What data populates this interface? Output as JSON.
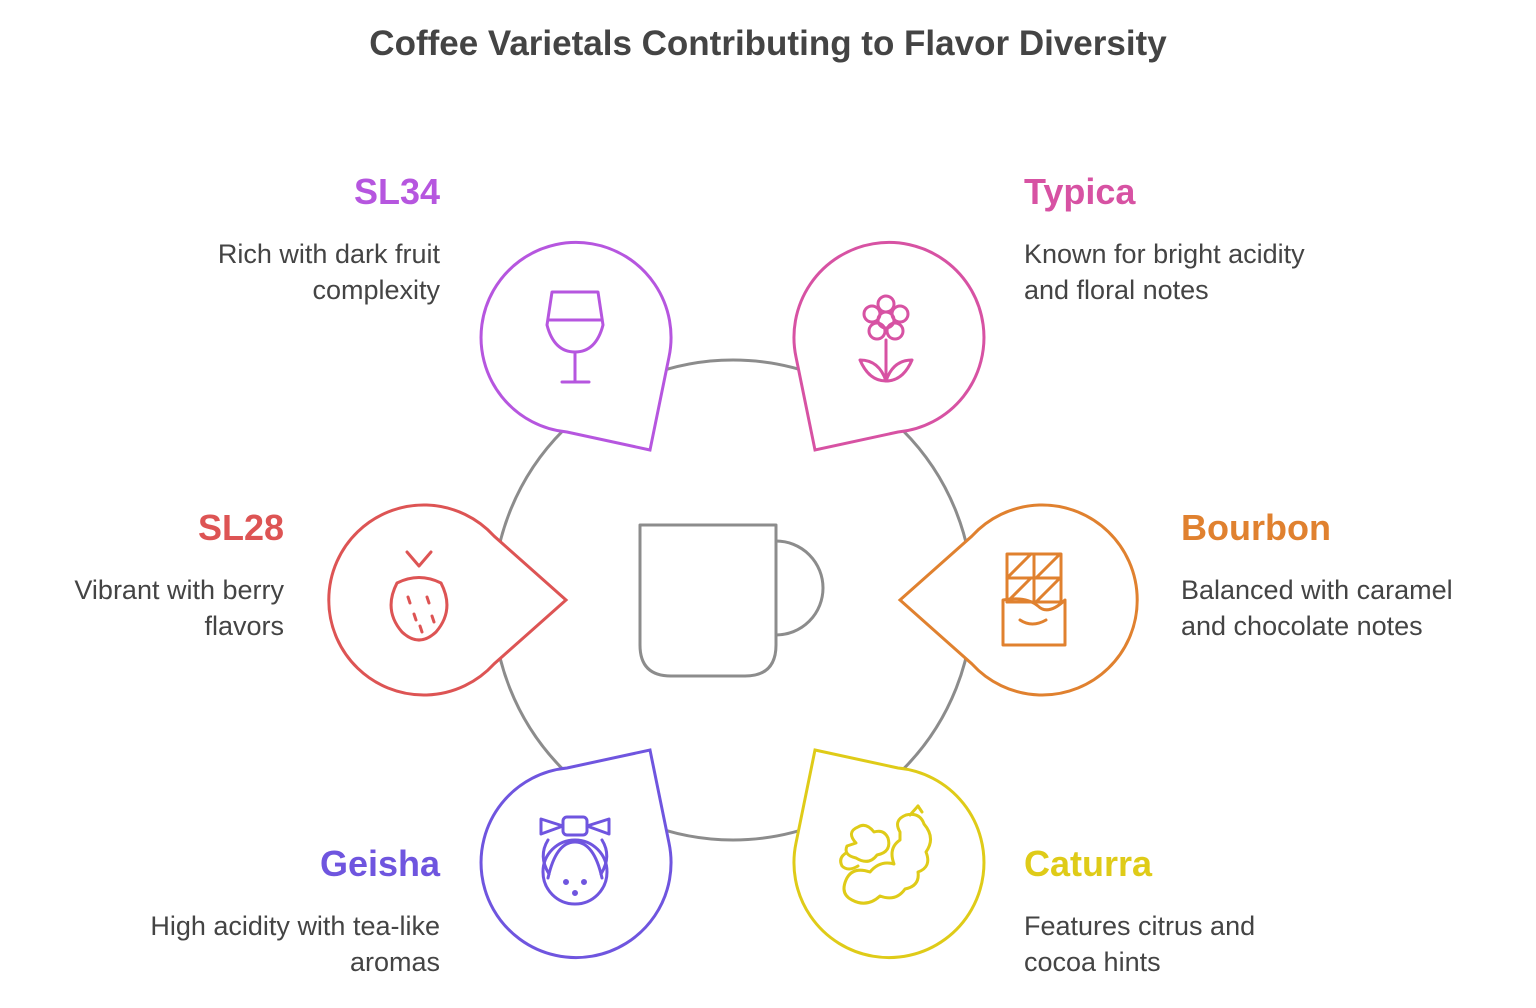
{
  "title": "Coffee Varietals Contributing to Flavor Diversity",
  "colors": {
    "ring": "#8c8c8c",
    "text": "#444444"
  },
  "items": [
    {
      "name": "SL34",
      "description": "Rich with dark fruit complexity",
      "color": "#b656df",
      "icon": "wine-glass-icon"
    },
    {
      "name": "Typica",
      "description": "Known for bright acidity and floral notes",
      "color": "#d752a3",
      "icon": "flower-icon"
    },
    {
      "name": "SL28",
      "description": "Vibrant with berry flavors",
      "color": "#dd5454",
      "icon": "strawberry-icon"
    },
    {
      "name": "Bourbon",
      "description": "Balanced with caramel and chocolate notes",
      "color": "#e0812f",
      "icon": "chocolate-bar-icon"
    },
    {
      "name": "Geisha",
      "description": "High acidity with tea-like aromas",
      "color": "#6f55df",
      "icon": "geisha-icon"
    },
    {
      "name": "Caturra",
      "description": "Features citrus and cocoa hints",
      "color": "#dfcb18",
      "icon": "citrus-cocoa-icon"
    }
  ]
}
